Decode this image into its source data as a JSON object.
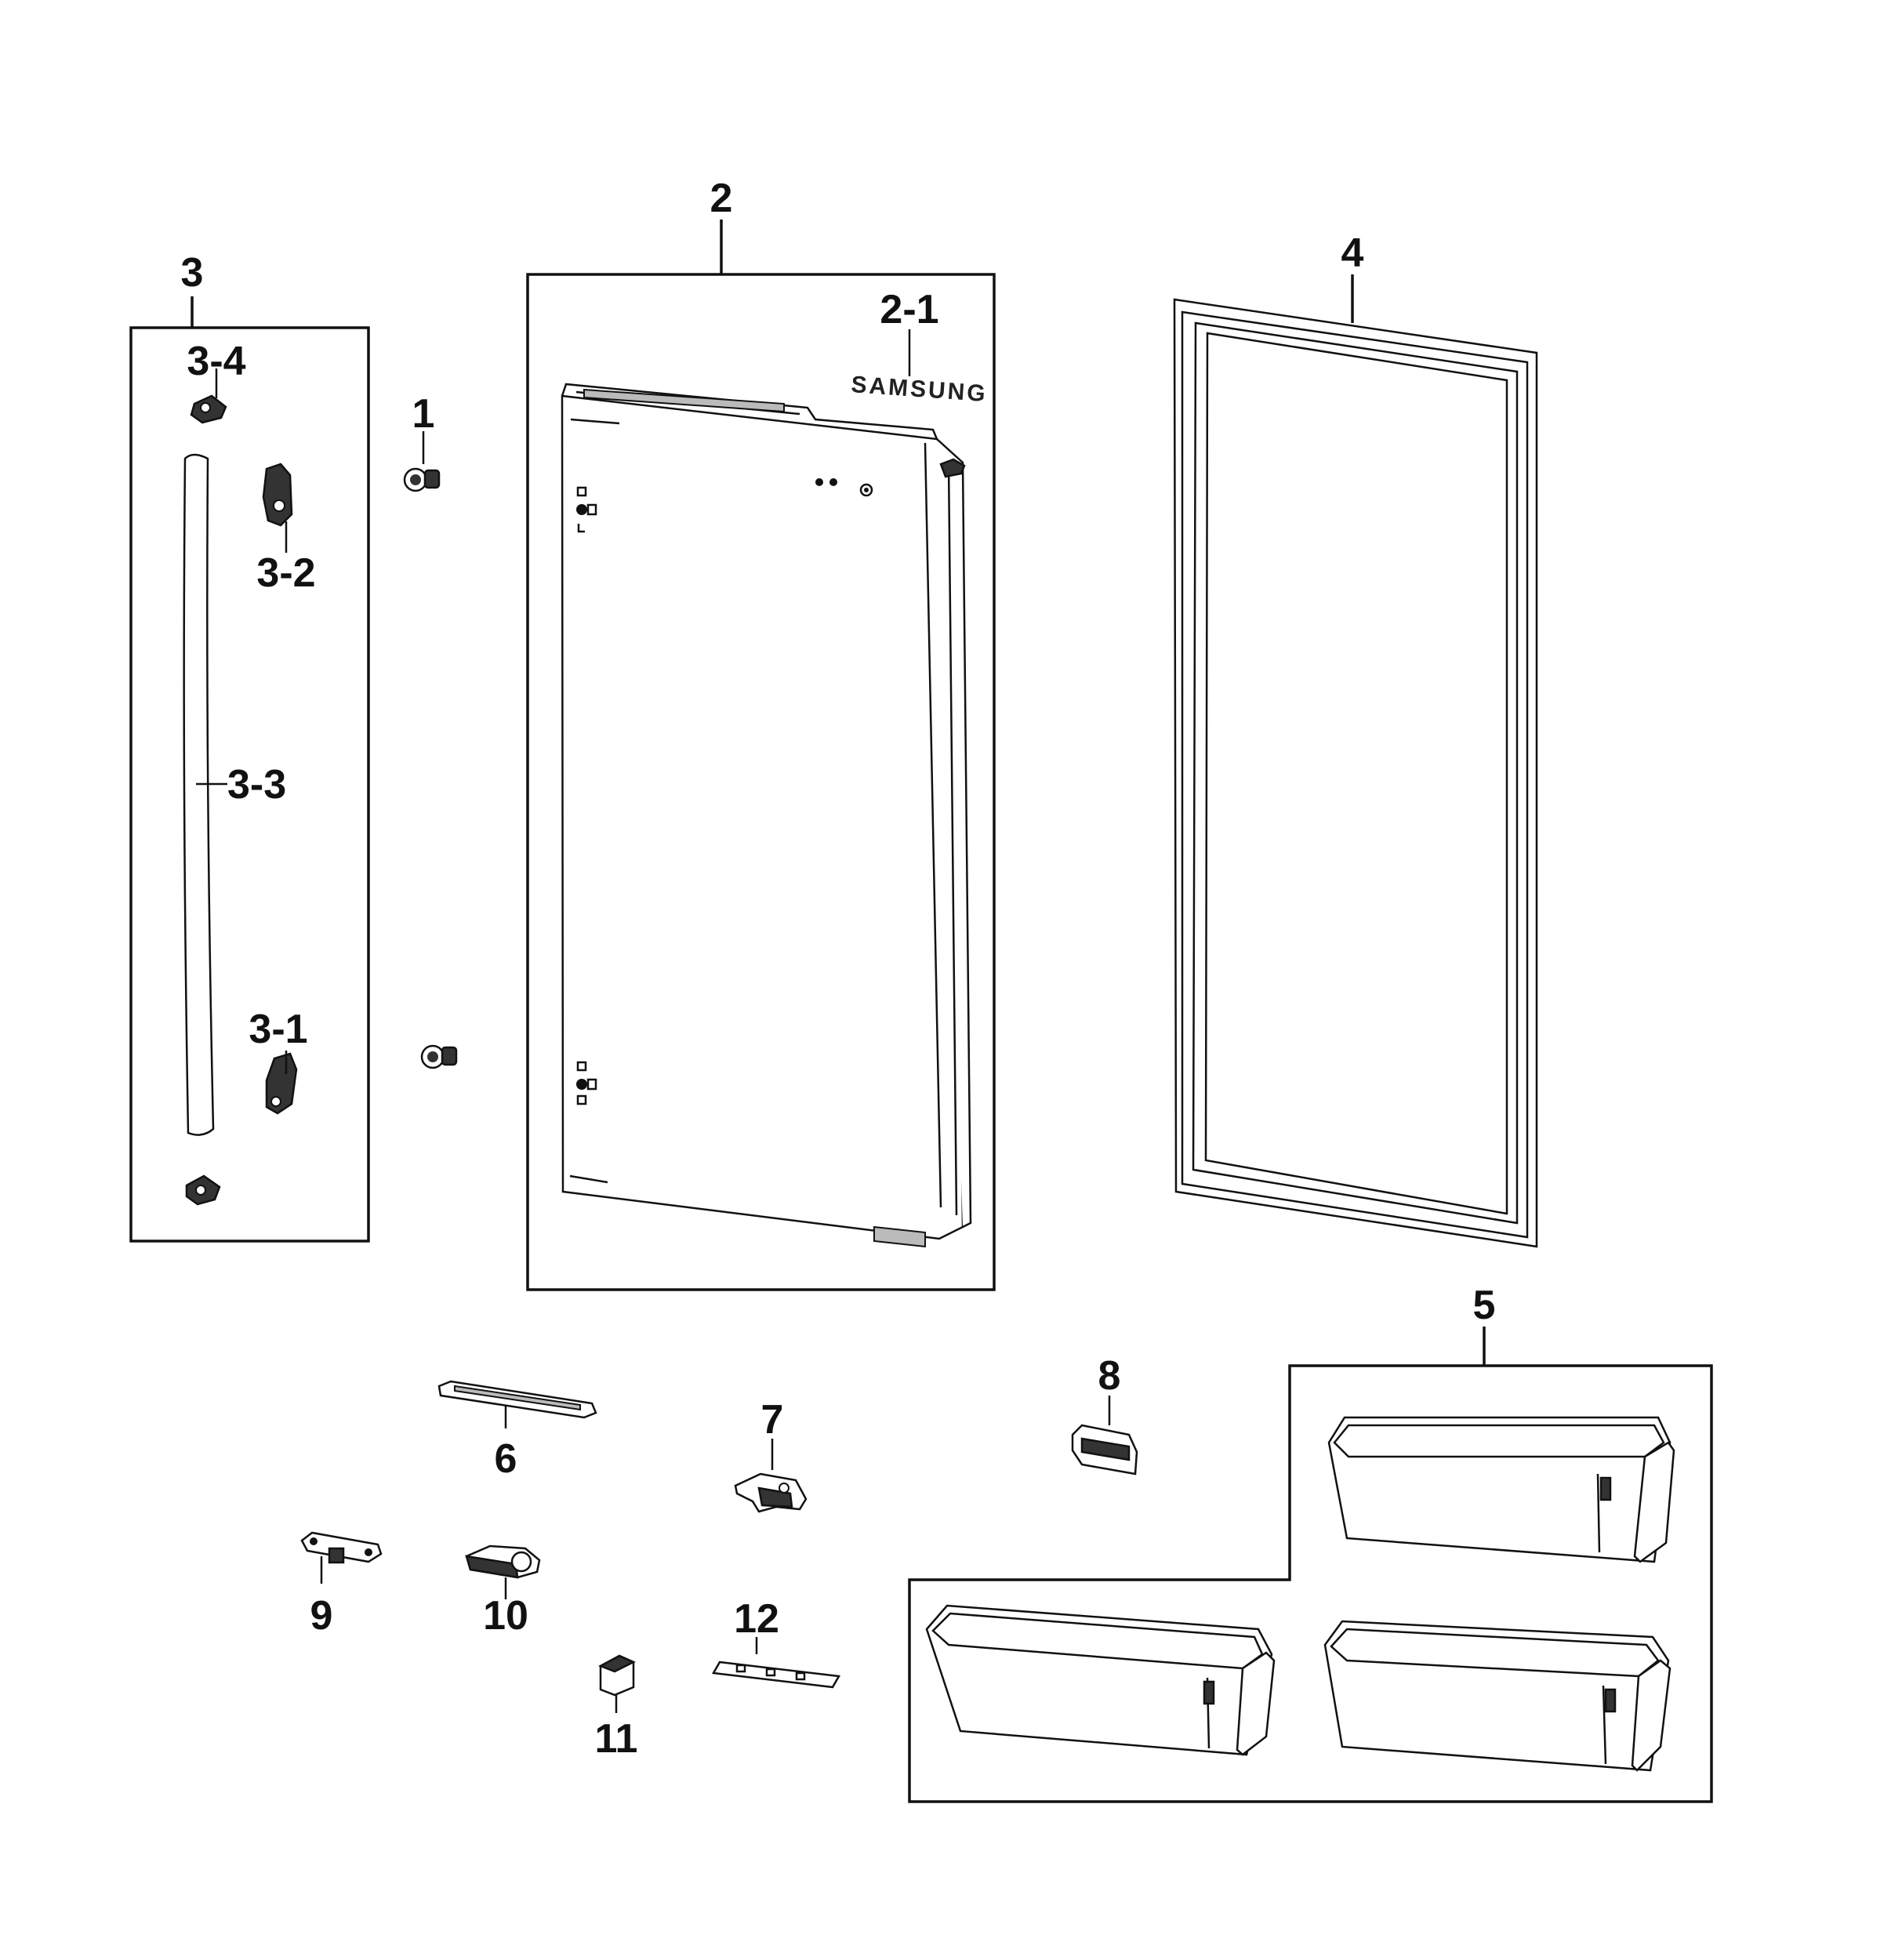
{
  "labels": {
    "p1": "1",
    "p2": "2",
    "p2_1": "2-1",
    "p3": "3",
    "p3_1": "3-1",
    "p3_2": "3-2",
    "p3_3": "3-3",
    "p3_4": "3-4",
    "p4": "4",
    "p5": "5",
    "p6": "6",
    "p7": "7",
    "p8": "8",
    "p9": "9",
    "p10": "10",
    "p11": "11",
    "p12": "12"
  },
  "brand_text": "SAMSUNG"
}
